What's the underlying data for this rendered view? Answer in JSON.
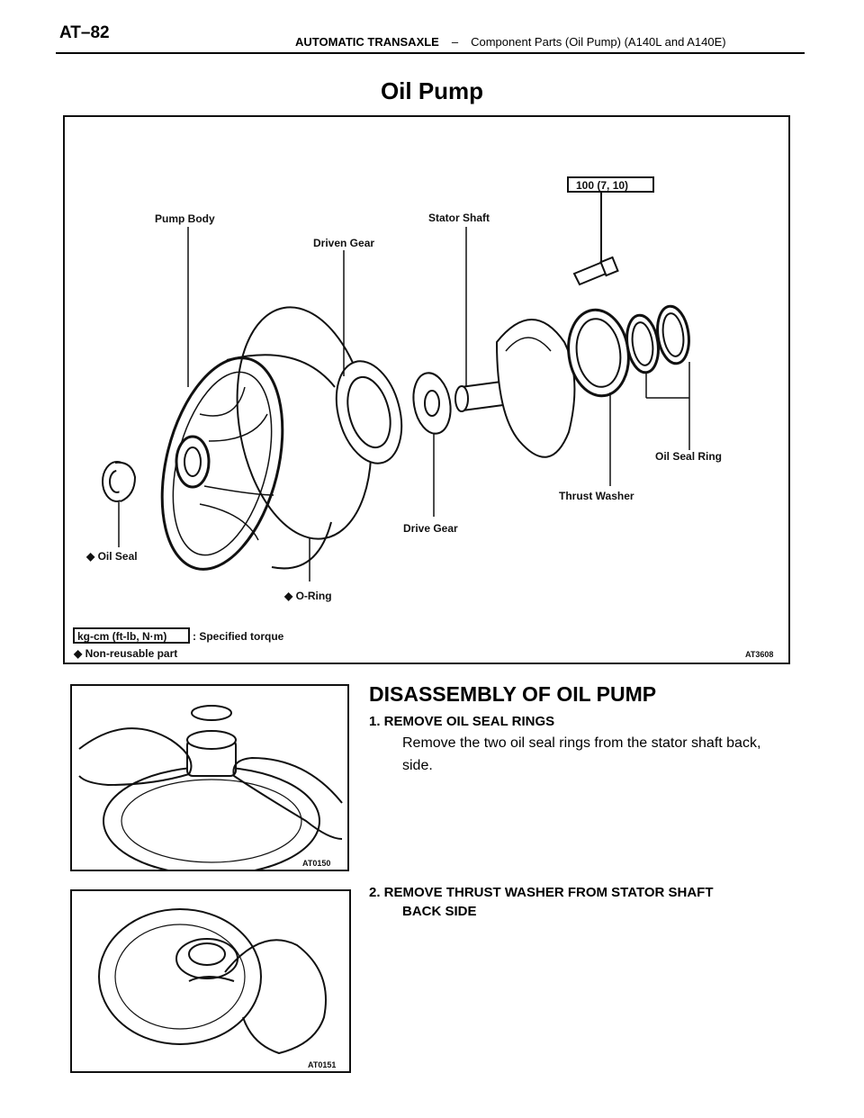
{
  "header": {
    "page_number": "AT–82",
    "section": "AUTOMATIC TRANSAXLE",
    "separator": "–",
    "subsection": "Component Parts (Oil Pump) (A140L and A140E)"
  },
  "title": "Oil Pump",
  "diagram": {
    "labels": {
      "torque_box": "100 (7, 10)",
      "pump_body": "Pump Body",
      "driven_gear": "Driven Gear",
      "stator_shaft": "Stator Shaft",
      "oil_seal_ring": "Oil Seal Ring",
      "thrust_washer": "Thrust Washer",
      "drive_gear": "Drive Gear",
      "oil_seal": "◆ Oil Seal",
      "o_ring": "◆ O-Ring",
      "legend_box": "kg-cm (ft-lb, N·m)",
      "legend_torque": ": Specified torque",
      "legend_nonreusable": "◆ Non-reusable part",
      "fig_code": "AT3608"
    }
  },
  "section_title": "DISASSEMBLY OF OIL PUMP",
  "steps": [
    {
      "title": "1. REMOVE OIL SEAL RINGS",
      "body": "Remove the two oil seal rings from the stator shaft back, side.",
      "fig_code": "AT0150"
    },
    {
      "title": "2. REMOVE THRUST WASHER FROM STATOR SHAFT",
      "body": "BACK SIDE",
      "fig_code": "AT0151"
    }
  ]
}
